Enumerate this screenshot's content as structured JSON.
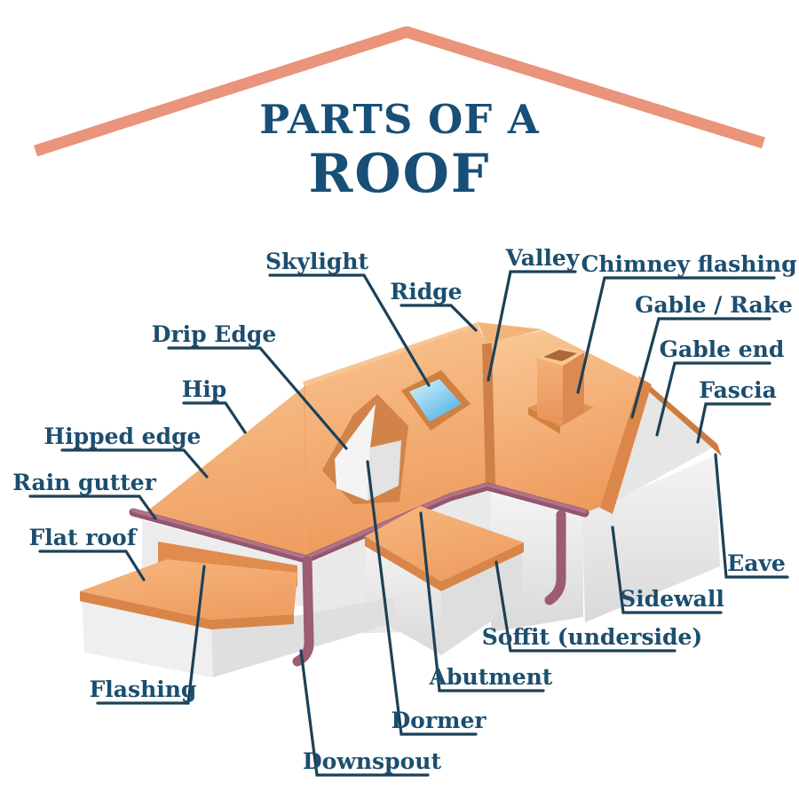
{
  "title": {
    "line1": "PARTS OF A",
    "line2": "ROOF"
  },
  "labels": [
    {
      "id": "skylight",
      "text": "Skylight"
    },
    {
      "id": "ridge",
      "text": "Ridge"
    },
    {
      "id": "valley",
      "text": "Valley"
    },
    {
      "id": "chimney-flashing",
      "text": "Chimney flashing"
    },
    {
      "id": "gable-rake",
      "text": "Gable / Rake"
    },
    {
      "id": "gable-end",
      "text": "Gable end"
    },
    {
      "id": "fascia",
      "text": "Fascia"
    },
    {
      "id": "eave",
      "text": "Eave"
    },
    {
      "id": "drip-edge",
      "text": "Drip Edge"
    },
    {
      "id": "hip",
      "text": "Hip"
    },
    {
      "id": "hipped-edge",
      "text": "Hipped edge"
    },
    {
      "id": "rain-gutter",
      "text": "Rain gutter"
    },
    {
      "id": "flat-roof",
      "text": "Flat roof"
    },
    {
      "id": "flashing",
      "text": "Flashing"
    },
    {
      "id": "downspout",
      "text": "Downspout"
    },
    {
      "id": "dormer",
      "text": "Dormer"
    },
    {
      "id": "abutment",
      "text": "Abutment"
    },
    {
      "id": "soffit",
      "text": "Soffit (underside)"
    },
    {
      "id": "sidewall",
      "text": "Sidewall"
    }
  ],
  "colors": {
    "title_text": "#174F76",
    "label_text": "#1B4E6F",
    "pointer_line": "#1C4157",
    "chevron": "#E9947B",
    "roof_orange_light": "#F9C693",
    "roof_orange": "#EE9A5C",
    "trim_dark_orange": "#CE7B3E",
    "valley_orange": "#CF8049",
    "wall_light": "#F2F2F2",
    "wall_shade": "#D8D8D8",
    "gutter_purple": "#A5637C",
    "downspout_purple": "#9B5C74",
    "skylight_blue_light": "#D9F3FD",
    "skylight_blue": "#4FB2E6"
  }
}
